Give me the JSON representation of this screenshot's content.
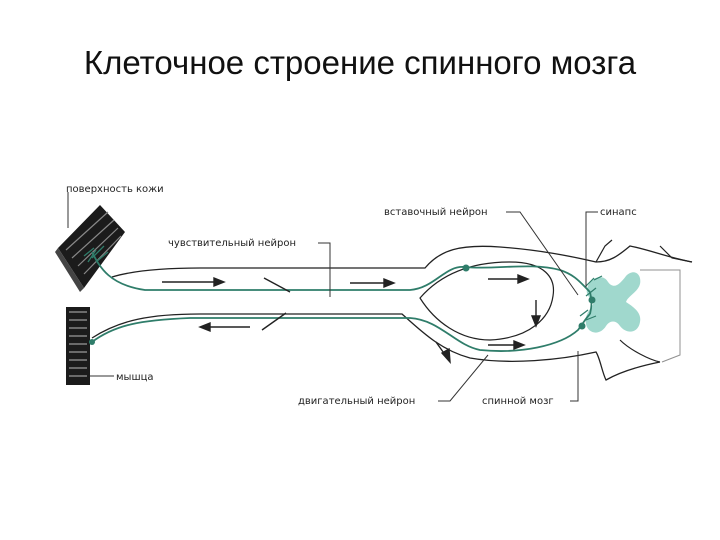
{
  "slide": {
    "title": "Клеточное строение спинного мозга"
  },
  "labels": {
    "skin": "поверхность кожи",
    "sensory": "чувствительный нейрон",
    "inter": "вставочный нейрон",
    "synapse": "синапс",
    "muscle": "мышца",
    "motor": "двигательный нейрон",
    "spinal": "спинной мозг"
  },
  "colors": {
    "neuron": "#2f7d6a",
    "gray_matter": "#8fd1c4",
    "outline": "#1a1a1a"
  }
}
